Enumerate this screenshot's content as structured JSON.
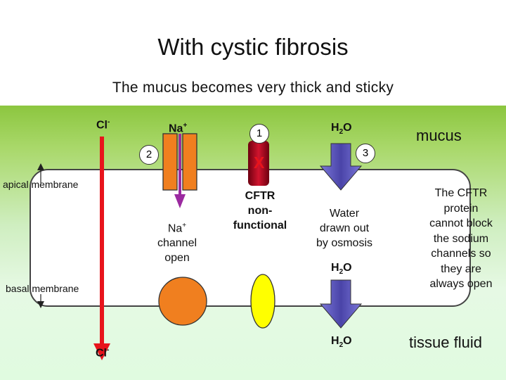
{
  "title": "With cystic fibrosis",
  "subtitle": "The mucus becomes very thick and sticky",
  "labels": {
    "cl_top": "Cl",
    "cl_top_sup": "-",
    "na_top": "Na",
    "na_top_sup": "+",
    "h2o_top_h": "H",
    "h2o_top_sub": "2",
    "h2o_top_o": "O",
    "mucus": "mucus",
    "apical": "apical membrane",
    "basal": "basal membrane",
    "na_channel_l1": "Na",
    "na_channel_sup": "+",
    "na_channel_l2": "channel",
    "na_channel_l3": "open",
    "cftr_l1": "CFTR",
    "cftr_l2": "non-",
    "cftr_l3": "functional",
    "water_l1": "Water",
    "water_l2": "drawn out",
    "water_l3": "by osmosis",
    "h2o_mid_h": "H",
    "h2o_mid_sub": "2",
    "h2o_mid_o": "O",
    "h2o_bot_h": "H",
    "h2o_bot_sub": "2",
    "h2o_bot_o": "O",
    "cl_bottom": "Cl",
    "cl_bottom_sup": "-",
    "explain_l1": "The CFTR",
    "explain_l2": "protein",
    "explain_l3": "cannot block",
    "explain_l4": "the sodium",
    "explain_l5": "channels so",
    "explain_l6": "they are",
    "explain_l7": "always open",
    "tissue_fluid": "tissue fluid",
    "x_mark": "X"
  },
  "steps": [
    "1",
    "2",
    "3"
  ],
  "colors": {
    "cl_arrow": "#e8141c",
    "na_arrow": "#9b2aa0",
    "na_channel": "#f07f1f",
    "h2o_arrow": "#5a55b8",
    "cftr_channel": "#c8102e",
    "x_mark": "#e8141c",
    "orange_protein": "#f07f1f",
    "yellow_protein": "#ffff00",
    "top_band": "#8cc63f",
    "bottom_fluid": "#e0fbe0"
  }
}
